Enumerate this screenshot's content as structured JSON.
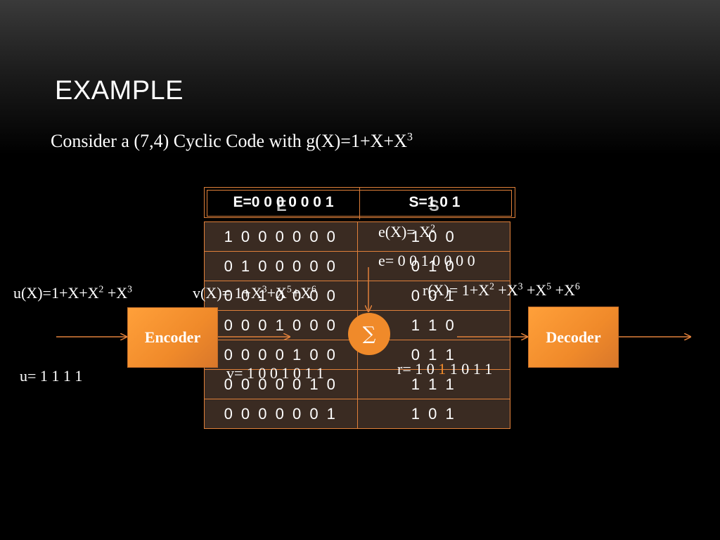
{
  "slide": {
    "title": "EXAMPLE",
    "subtitle_main": "Consider a (7,4) Cyclic Code with g(X)=1+X+X",
    "subtitle_sup": "3"
  },
  "table": {
    "header_e": "E=0 0 0 0 0 0 1",
    "header_s": "S=1 0 1",
    "header_e_ghost": "E",
    "header_s_ghost": "S",
    "rows": [
      {
        "e": "1 0 0 0 0 0 0",
        "s": "1 0 0"
      },
      {
        "e": "0 1 0 0 0 0 0",
        "s": "0 1 0"
      },
      {
        "e": "0 0 1 0 0 0 0",
        "s": "0 0 1"
      },
      {
        "e": "0 0 0 1 0 0 0",
        "s": "1 1 0"
      },
      {
        "e": "0 0 0 0 1 0 0",
        "s": "0 1 1"
      },
      {
        "e": "0 0 0 0 0 1 0",
        "s": "1 1 1"
      },
      {
        "e": "0 0 0 0 0 0 1",
        "s": "1 0 1"
      }
    ]
  },
  "diagram": {
    "encoder_label": "Encoder",
    "decoder_label": "Decoder",
    "sum_symbol": "∑",
    "u_poly": {
      "p1": "u(X)=1+X+X",
      "s1": "2",
      "p2": " +X",
      "s2": "3"
    },
    "u_bits": "u= 1 1 1 1",
    "v_poly": {
      "p1": "v(X)= 1+X",
      "s1": "3",
      "p2": "+X",
      "s2": "5",
      "p3": "+X",
      "s3": "6"
    },
    "v_bits": "v= 1 0 0 1 0 1 1",
    "e_poly": {
      "p1": "e(X)= X",
      "s1": "2"
    },
    "e_bits": "e= 0 0 1 0 0 0 0",
    "r_poly": {
      "p1": "r(X)= 1+X",
      "s1": "2",
      "p2": " +X",
      "s2": "3",
      "p3": " +X",
      "s3": "5",
      "p4": " +X",
      "s4": "6"
    },
    "r_bits": {
      "a": "r= 1 0 ",
      "b": "1",
      "c": " 1 0 1 1"
    }
  },
  "colors": {
    "accent": "#f08a2a",
    "table_fill": "#3a2b22",
    "background": "#000000"
  }
}
